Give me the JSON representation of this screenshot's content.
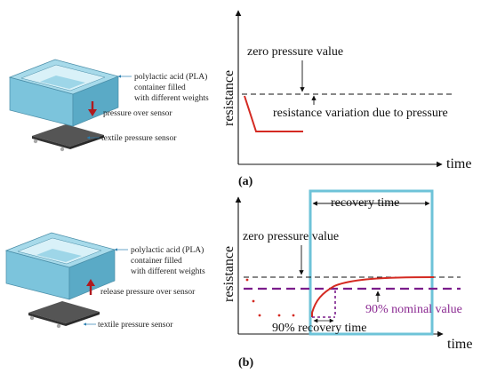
{
  "panel_a": {
    "tag": "(a)",
    "illustration": {
      "container_label_lines": [
        "polylactic acid (PLA)",
        "container filled",
        "with different weights"
      ],
      "action_label": "pressure over sensor",
      "sensor_label": "textile pressure sensor"
    },
    "graph": {
      "ylabel": "resistance",
      "xlabel": "time",
      "zero_label": "zero pressure value",
      "variation_label": "resistance variation due to pressure"
    }
  },
  "panel_b": {
    "tag": "(b)",
    "illustration": {
      "container_label_lines": [
        "polylactic acid (PLA)",
        "container filled",
        "with different weights"
      ],
      "action_label": "release pressure over sensor",
      "sensor_label": "textile pressure sensor"
    },
    "graph": {
      "ylabel": "resistance",
      "xlabel": "time",
      "zero_label": "zero pressure value",
      "recovery_label": "recovery time",
      "nominal_label": "90% nominal value",
      "recovery90_label": "90% recovery time"
    }
  },
  "colors": {
    "container_front": "#7cc4dc",
    "container_side": "#5aaac6",
    "container_top": "#a7daea",
    "sensor": "#444444",
    "arrow": "#b0191e",
    "curve": "#d42a22",
    "nominal": "#7b1d8c",
    "recovery_box": "#6ec3d8",
    "nominal_text": "#8b2a92"
  }
}
